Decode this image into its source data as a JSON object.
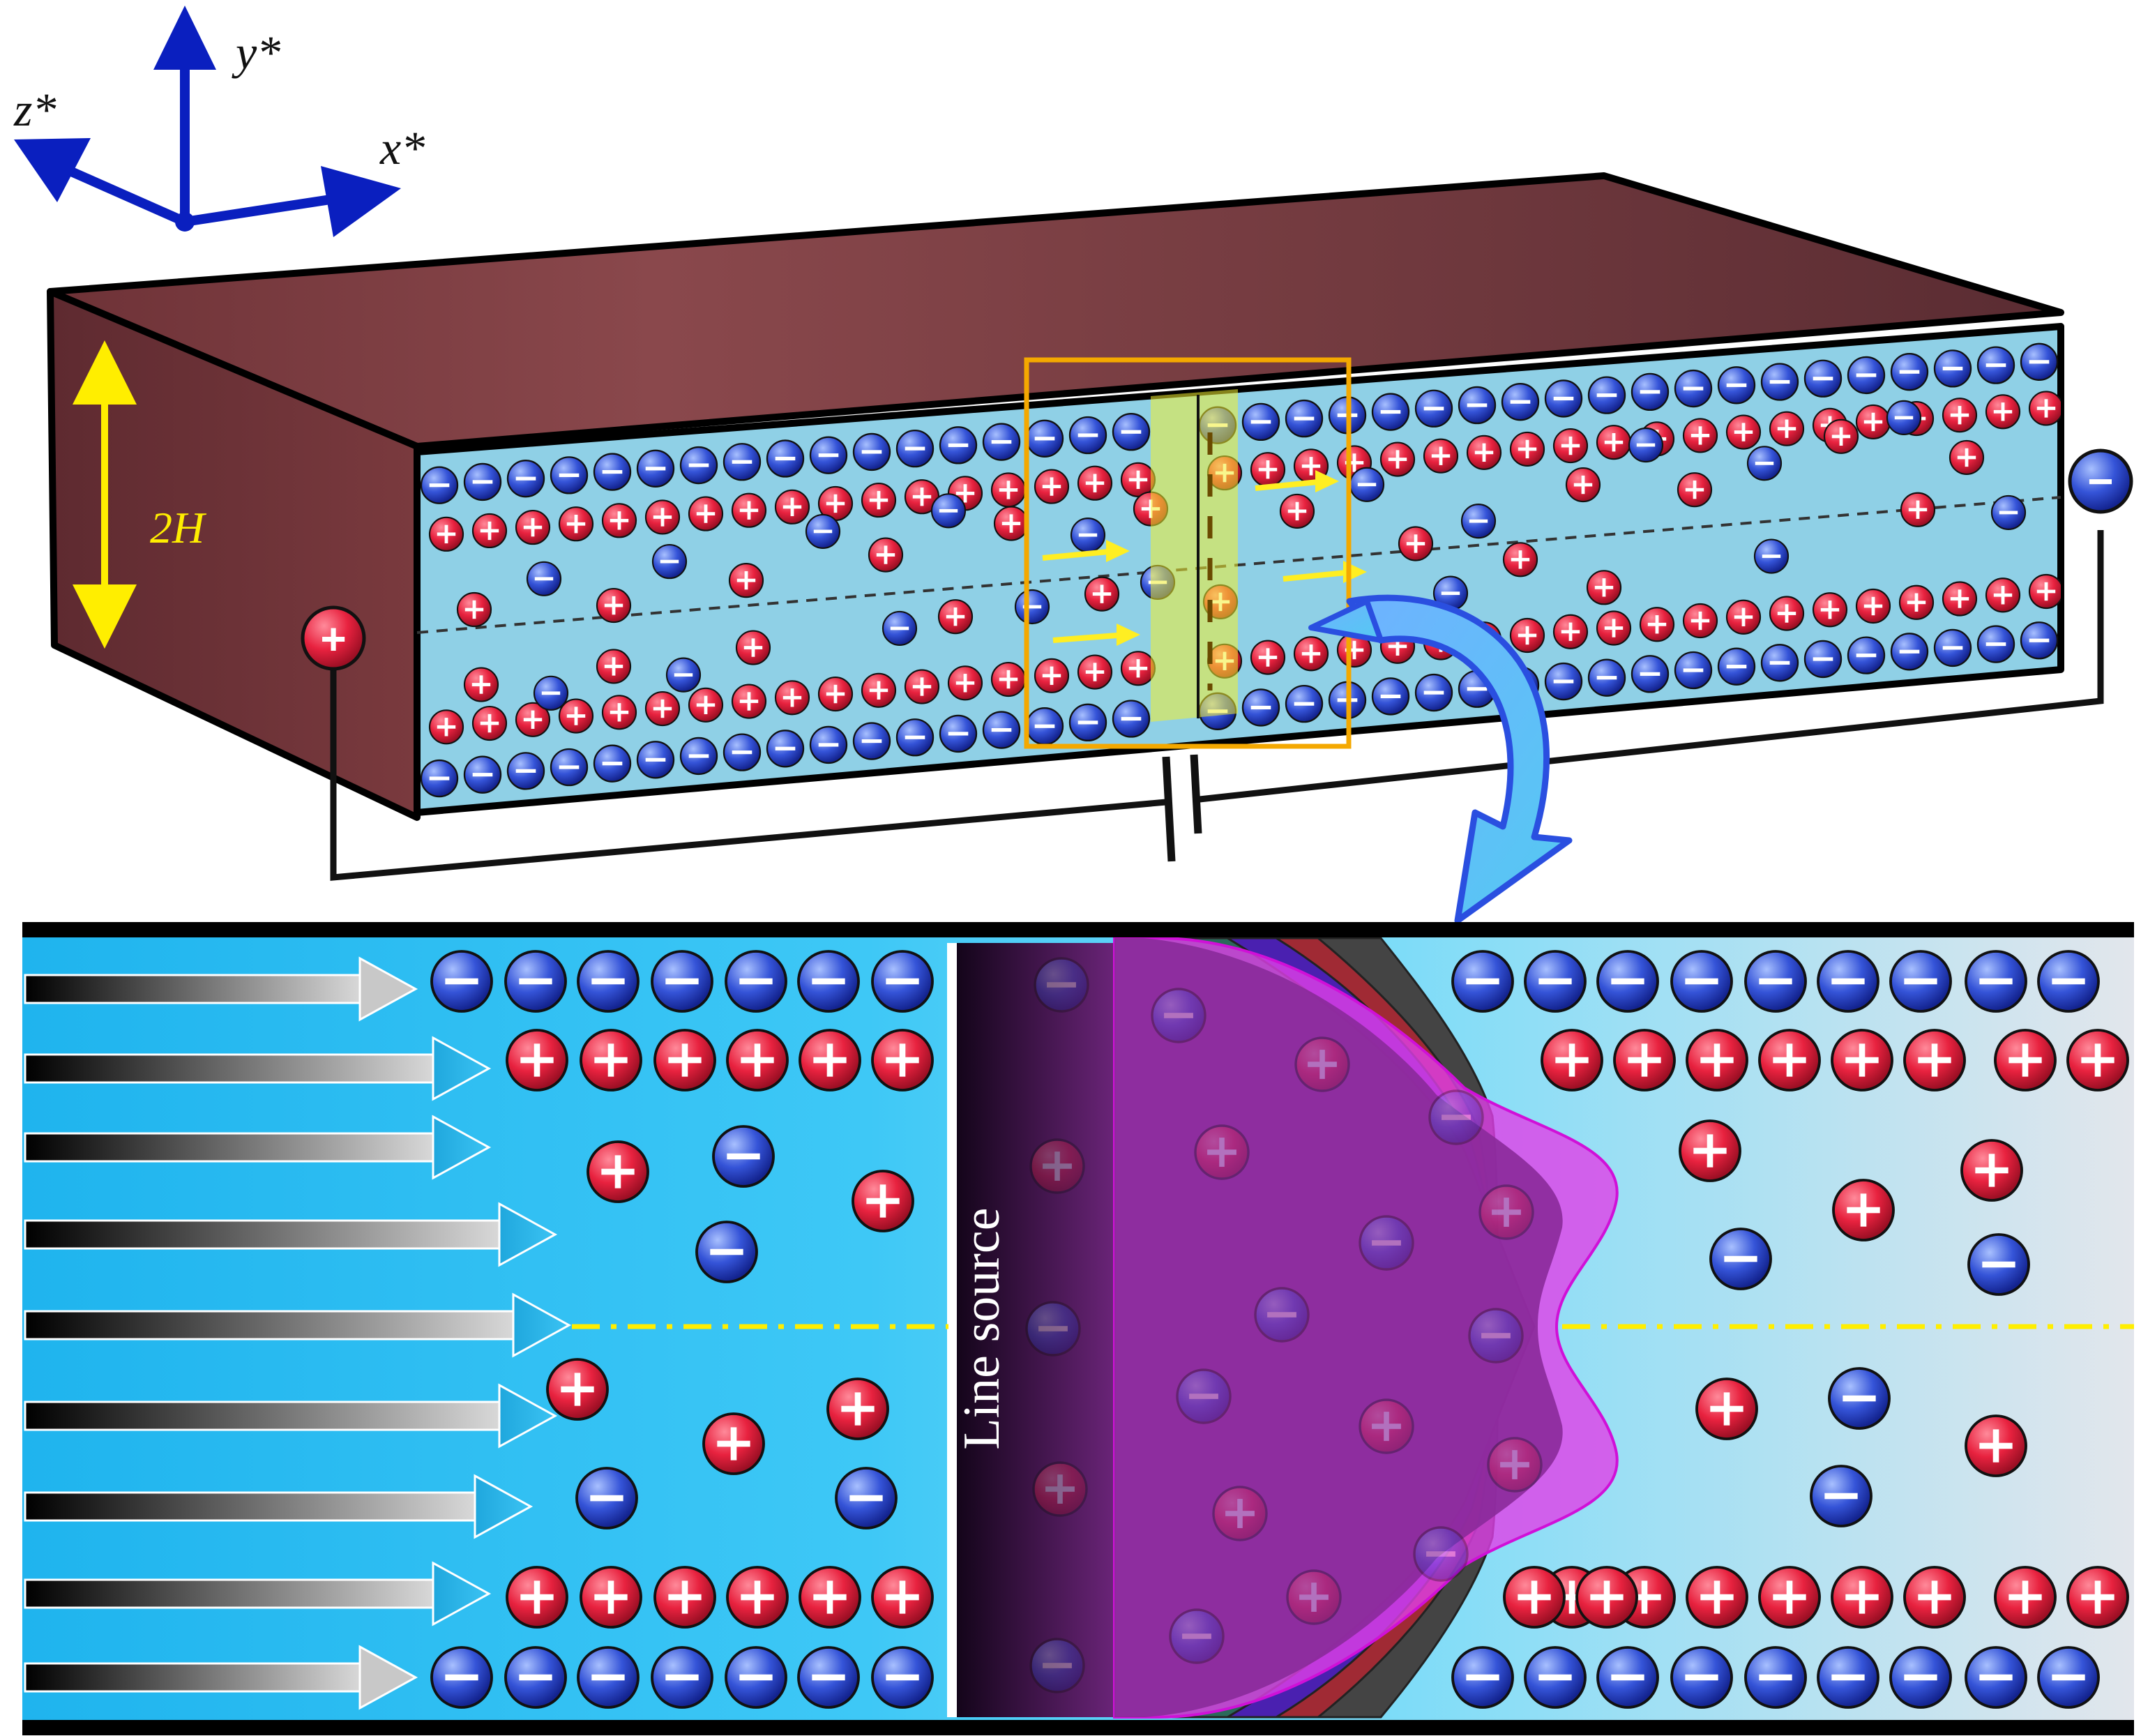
{
  "axes": {
    "x_label": "x*",
    "y_label": "y*",
    "z_label": "z*",
    "color": "#0a1fbf"
  },
  "channel": {
    "height_label": "2H",
    "height_label_color": "#ffee00",
    "wall_color": "#7a3a3e",
    "fluid_color": "#8fd0e6"
  },
  "electrodes": {
    "left_sign": "+",
    "right_sign": "−"
  },
  "zoom": {
    "line_source_label": "Line source",
    "cation_color": "#e8223f",
    "anion_color": "#2f4fd0",
    "plume_color": "#8a2a9a",
    "centerline_color": "#ffee00"
  },
  "ions": {
    "cation_sign": "+",
    "anion_sign": "−"
  }
}
